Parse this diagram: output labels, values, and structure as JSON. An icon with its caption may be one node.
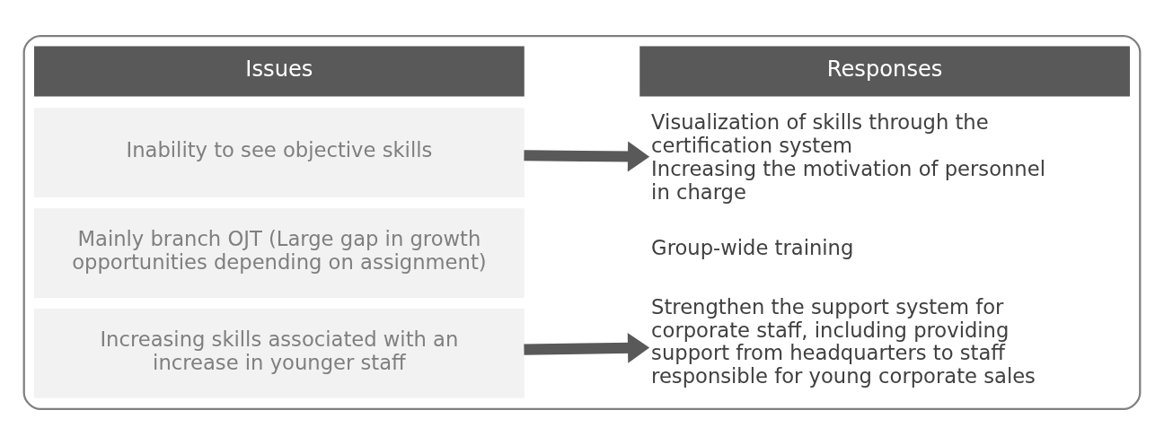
{
  "diagram": {
    "nodes": [
      {
        "text": [],
        "shape": "box"
      },
      {
        "text": [
          "Issues"
        ],
        "in": 0
      },
      {
        "text": [
          "Responses"
        ],
        "in": 0
      },
      {
        "text": [
          "Inability to see objective skills"
        ],
        "in": 0
      },
      {
        "text": [
          "Visualization of skills through the certification system",
          "Increasing the motivation of personnel in charge"
        ],
        "in": 0
      },
      {
        "text": [
          "Mainly branch OJT (Large gap in growth opportunities depending on assignment)"
        ],
        "in": 0
      },
      {
        "text": [
          "Group-wide training"
        ],
        "in": 0
      },
      {
        "text": [
          "Increasing skills associated with an increase in younger staff"
        ],
        "in": 0
      },
      {
        "text": [
          "Strengthen the support system for corporate staff, including providing support from headquarters to staff responsible for young corporate sales"
        ],
        "in": 0
      }
    ],
    "edges": [
      {
        "from": 3,
        "to": 4,
        "arrow": "to"
      },
      {
        "from": 7,
        "to": 8,
        "arrow": "to"
      }
    ]
  }
}
